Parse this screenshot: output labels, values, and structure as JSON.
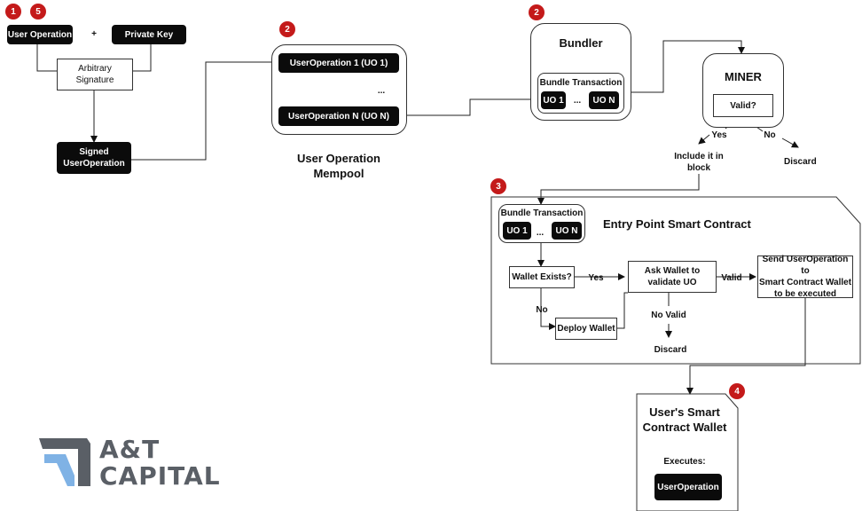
{
  "badges": {
    "b1": "1",
    "b5": "5",
    "b2_mempool": "2",
    "b2_bundler": "2",
    "b3": "3",
    "b4": "4"
  },
  "signing": {
    "user_operation": "User Operation",
    "plus": "+",
    "private_key": "Private Key",
    "arbitrary_signature_line1": "Arbitrary",
    "arbitrary_signature_line2": "Signature",
    "signed_line1": "Signed",
    "signed_line2": "UserOperation"
  },
  "mempool": {
    "uo1": "UserOperation 1 (UO 1)",
    "ellipsis": "...",
    "uon": "UserOperation N (UO N)",
    "caption_line1": "User Operation",
    "caption_line2": "Mempool"
  },
  "bundler": {
    "title": "Bundler",
    "bundle_transaction": "Bundle Transaction",
    "uo1": "UO 1",
    "dots": "...",
    "uon": "UO N"
  },
  "miner": {
    "title": "MINER",
    "valid": "Valid?",
    "yes": "Yes",
    "no": "No",
    "include_line1": "Include it in",
    "include_line2": "block",
    "discard": "Discard"
  },
  "entry_point": {
    "title": "Entry Point Smart Contract",
    "bundle_transaction": "Bundle Transaction",
    "uo1": "UO 1",
    "dots": "...",
    "uon": "UO N",
    "wallet_exists": "Wallet Exists?",
    "yes": "Yes",
    "no": "No",
    "ask_line1": "Ask Wallet to",
    "ask_line2": "validate UO",
    "valid": "Valid",
    "no_valid": "No Valid",
    "discard": "Discard",
    "deploy_wallet": "Deploy Wallet",
    "send_line1": "Send UserOperation to",
    "send_line2": "Smart Contract Wallet",
    "send_line3": "to be executed"
  },
  "wallet": {
    "title_line1": "User's Smart",
    "title_line2": "Contract Wallet",
    "executes": "Executes:",
    "user_operation": "UserOperation"
  },
  "logo": {
    "line1": "A&T",
    "line2": "CAPITAL",
    "colors": {
      "mark": "#5a5f66",
      "accent": "#7fb2e5"
    }
  },
  "colors": {
    "badge": "#c41a1a",
    "dark_box": "#0b0b0b"
  }
}
